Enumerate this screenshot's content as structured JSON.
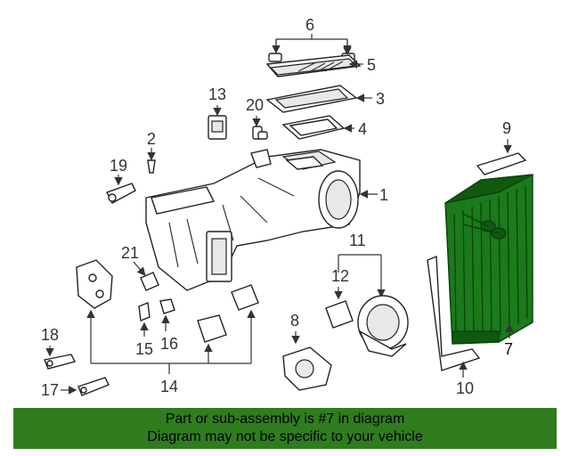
{
  "callouts": {
    "c1": "1",
    "c2": "2",
    "c3": "3",
    "c4": "4",
    "c5": "5",
    "c6": "6",
    "c7": "7",
    "c8": "8",
    "c9": "9",
    "c10": "10",
    "c11": "11",
    "c12": "12",
    "c13": "13",
    "c14": "14",
    "c15": "15",
    "c16": "16",
    "c17": "17",
    "c18": "18",
    "c19": "19",
    "c20": "20",
    "c21": "21"
  },
  "banner": {
    "line1": "Part or sub-assembly is #7 in diagram",
    "line2": "Diagram may not be specific to your vehicle"
  },
  "colors": {
    "highlight": "#1b7a1b",
    "banner": "#2f7d1f"
  }
}
